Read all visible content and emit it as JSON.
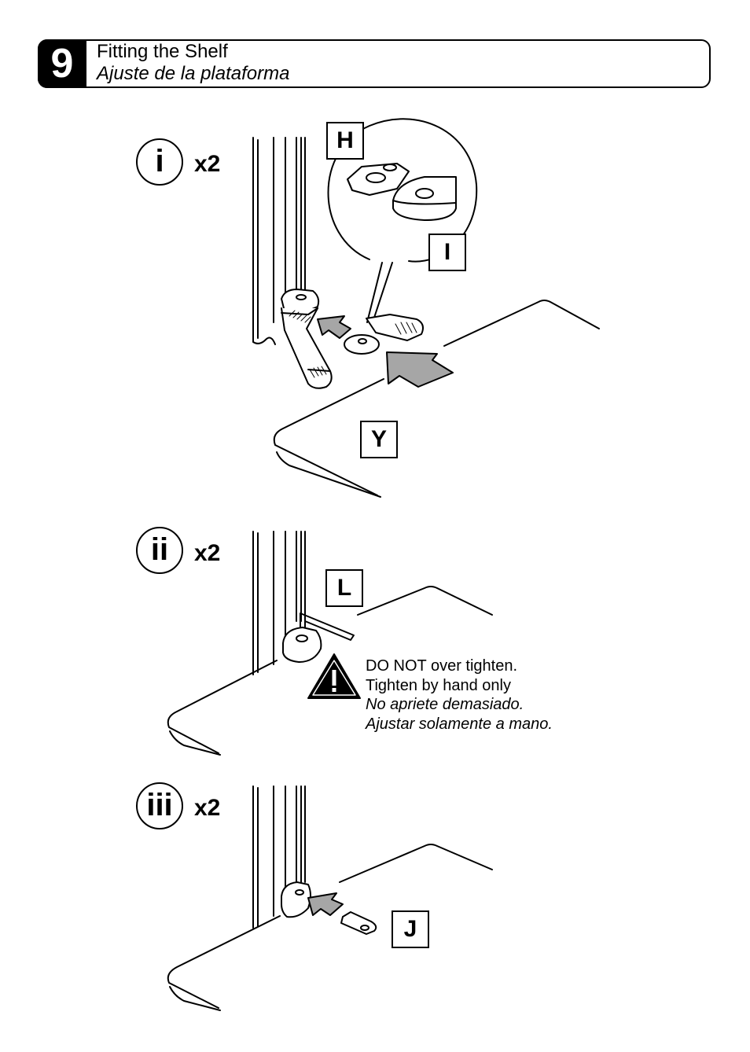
{
  "header": {
    "step_number": "9",
    "title_en": "Fitting the Shelf",
    "title_es": "Ajuste de la plataforma"
  },
  "steps": [
    {
      "numeral": "i",
      "quantity": "x2"
    },
    {
      "numeral": "ii",
      "quantity": "x2"
    },
    {
      "numeral": "iii",
      "quantity": "x2"
    }
  ],
  "part_labels": {
    "H": "H",
    "I": "I",
    "Y": "Y",
    "L": "L",
    "J": "J"
  },
  "warning": {
    "line1": "DO NOT over tighten.",
    "line2": "Tighten by hand only",
    "line3": "No apriete demasiado.",
    "line4": "Ajustar solamente a mano."
  },
  "icons": [
    "warning-triangle-icon",
    "push-arrow-icon"
  ],
  "colors": {
    "ink": "#000000",
    "arrow_fill": "#a6a6a6",
    "paper": "#ffffff"
  }
}
